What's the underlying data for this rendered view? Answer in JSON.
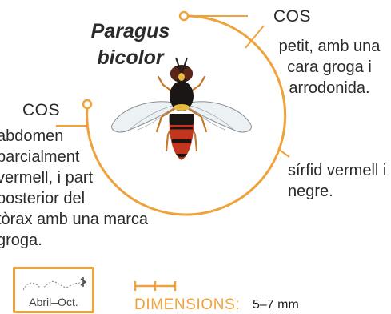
{
  "species": {
    "genus": "Paragus",
    "epithet": "bicolor"
  },
  "callouts": {
    "head": {
      "heading": "COS",
      "lines": [
        "petit, amb una",
        "cara groga i",
        "arrodonida."
      ]
    },
    "body": {
      "lines": [
        "sírfid vermell i",
        "negre."
      ]
    },
    "abdomen": {
      "heading": "COS",
      "lines": [
        "abdomen",
        "parcialment",
        "vermell, i part",
        "posterior del",
        "tòrax amb una marca",
        "groga."
      ]
    }
  },
  "period": {
    "label": "Abril–Oct."
  },
  "dimensions": {
    "label": "DIMENSIONS:",
    "value": "5–7 mm"
  },
  "colors": {
    "accent": "#f0a23a",
    "insect_red": "#c2361f",
    "insect_black": "#1a1616",
    "insect_yellow": "#e8b93f"
  },
  "icons": [
    "flight-path-icon",
    "insect-illustration",
    "ruler-icon"
  ]
}
